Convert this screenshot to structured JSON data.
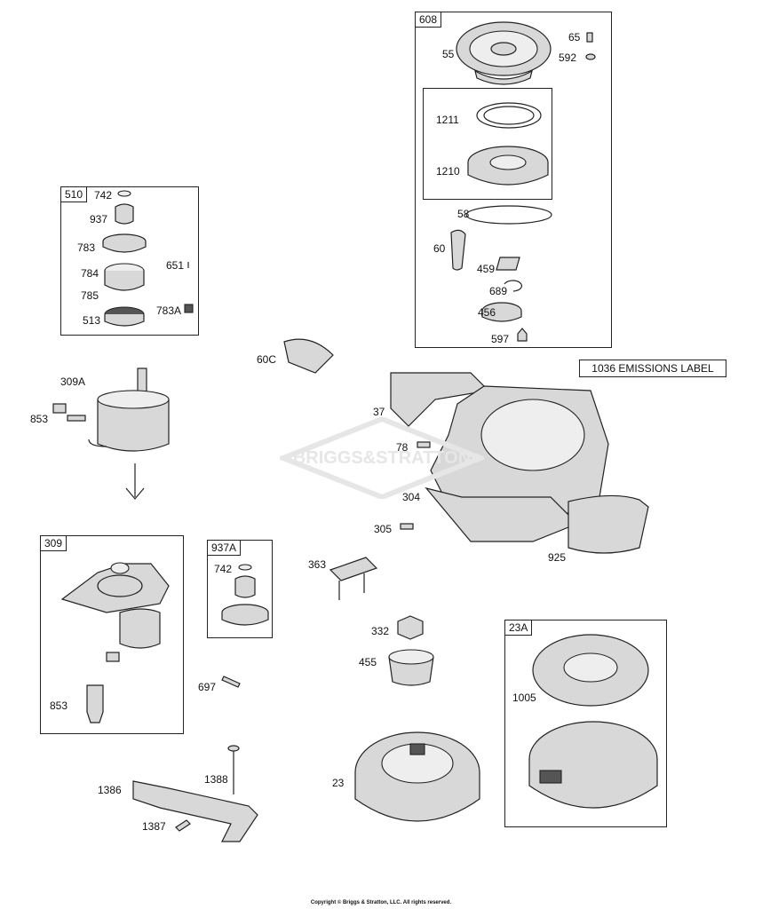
{
  "boxes": {
    "b510": "510",
    "b608": "608",
    "b309": "309",
    "b937A": "937A",
    "b23A": "23A"
  },
  "labels": {
    "l742a": "742",
    "l937": "937",
    "l783": "783",
    "l784": "784",
    "l785": "785",
    "l513": "513",
    "l651": "651",
    "l783A": "783A",
    "l65": "65",
    "l55": "55",
    "l592": "592",
    "l1211": "1211",
    "l1210": "1210",
    "l58": "58",
    "l60": "60",
    "l459": "459",
    "l689": "689",
    "l456": "456",
    "l597": "597",
    "l309A": "309A",
    "l853a": "853",
    "l60C": "60C",
    "l37": "37",
    "l78": "78",
    "l304": "304",
    "l305": "305",
    "l925": "925",
    "l363": "363",
    "l742b": "742",
    "l853b": "853",
    "l697": "697",
    "l332": "332",
    "l455": "455",
    "l1005": "1005",
    "l1388": "1388",
    "l1386": "1386",
    "l1387": "1387",
    "l23": "23"
  },
  "emissions_label": "1036 EMISSIONS LABEL",
  "watermark": "BRIGGS&STRATTON",
  "copyright": "Copyright © Briggs & Stratton, LLC. All rights reserved."
}
